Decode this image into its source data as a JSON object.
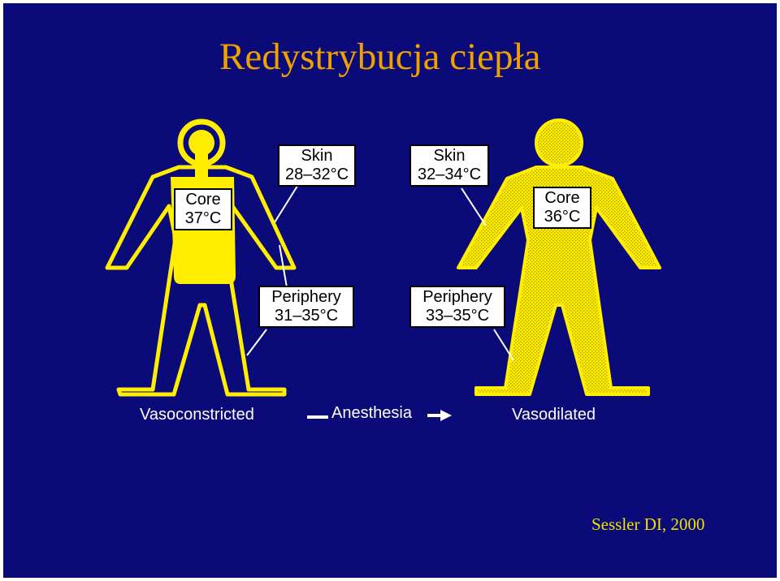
{
  "slide": {
    "title": "Redystrybucja ciepła",
    "citation": "Sessler DI, 2000"
  },
  "figure": {
    "left": {
      "core_label": "Core",
      "core_temp": "37°C",
      "skin_label": "Skin",
      "skin_temp": "28–32°C",
      "periphery_label": "Periphery",
      "periphery_temp": "31–35°C",
      "caption": "Vasoconstricted"
    },
    "right": {
      "core_label": "Core",
      "core_temp": "36°C",
      "skin_label": "Skin",
      "skin_temp": "32–34°C",
      "periphery_label": "Periphery",
      "periphery_temp": "33–35°C",
      "caption": "Vasodilated"
    },
    "transition_label": "Anesthesia"
  },
  "colors": {
    "background": "#0a0a78",
    "title": "#f0a000",
    "citation": "#f0e000",
    "figure_yellow": "#ffee00"
  }
}
